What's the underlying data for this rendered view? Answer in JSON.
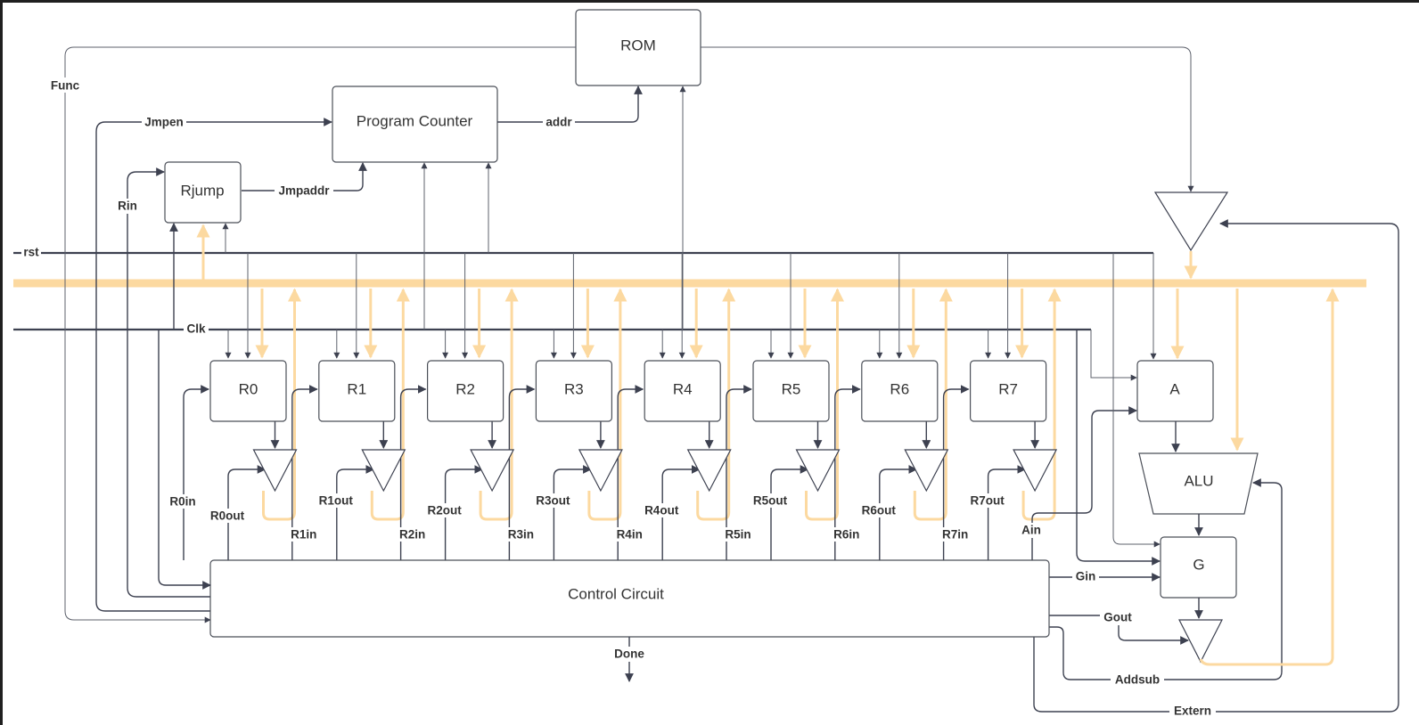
{
  "blocks": {
    "rom": "ROM",
    "program_counter": "Program Counter",
    "rjump": "Rjump",
    "control_circuit": "Control Circuit",
    "a": "A",
    "alu": "ALU",
    "g": "G"
  },
  "registers": [
    "R0",
    "R1",
    "R2",
    "R3",
    "R4",
    "R5",
    "R6",
    "R7"
  ],
  "register_in_signals": [
    "R0in",
    "R1in",
    "R2in",
    "R3in",
    "R4in",
    "R5in",
    "R6in",
    "R7in"
  ],
  "register_out_signals": [
    "R0out",
    "R1out",
    "R2out",
    "R3out",
    "R4out",
    "R5out",
    "R6out",
    "R7out"
  ],
  "signals": {
    "func": "Func",
    "jmpen": "Jmpen",
    "addr": "addr",
    "jmpaddr": "Jmpaddr",
    "rin": "Rin",
    "rst": "rst",
    "clk": "Clk",
    "ain": "Ain",
    "gin": "Gin",
    "gout": "Gout",
    "addsub": "Addsub",
    "extern": "Extern",
    "done": "Done"
  },
  "colors": {
    "bus": "#fcd9a0",
    "wire": "#3d4150",
    "block_border": "#4b4f58",
    "frame": "#1f1f1f"
  }
}
